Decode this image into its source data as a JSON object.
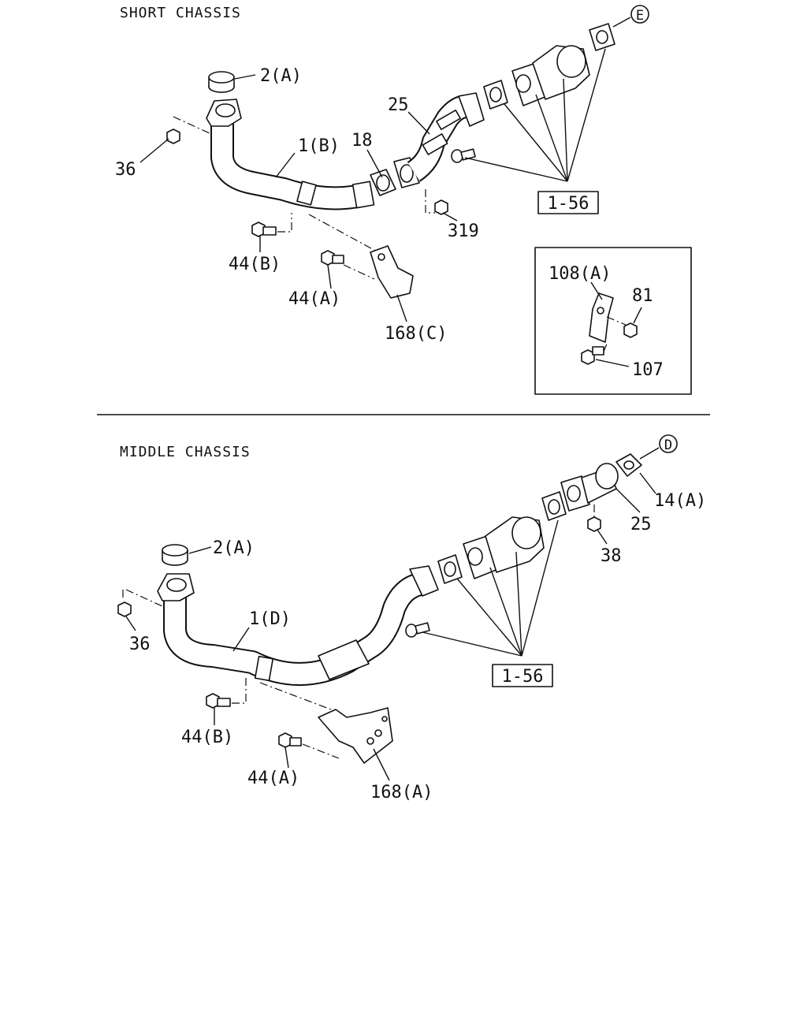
{
  "sections": {
    "short": {
      "title": "SHORT CHASSIS"
    },
    "middle": {
      "title": "MIDDLE CHASSIS"
    }
  },
  "labels": {
    "top": {
      "e": "E",
      "part_2a": "2(A)",
      "part_25": "25",
      "part_1b": "1(B)",
      "part_18": "18",
      "part_36": "36",
      "ref_156": "1-56",
      "part_319": "319",
      "part_44b": "44(B)",
      "part_44a": "44(A)",
      "part_168c": "168(C)",
      "inset_108a": "108(A)",
      "inset_81": "81",
      "inset_107": "107"
    },
    "bottom": {
      "d": "D",
      "part_14a": "14(A)",
      "part_25": "25",
      "part_38": "38",
      "part_2a": "2(A)",
      "part_1d": "1(D)",
      "part_36": "36",
      "ref_156": "1-56",
      "part_44b": "44(B)",
      "part_44a": "44(A)",
      "part_168a": "168(A)"
    }
  }
}
